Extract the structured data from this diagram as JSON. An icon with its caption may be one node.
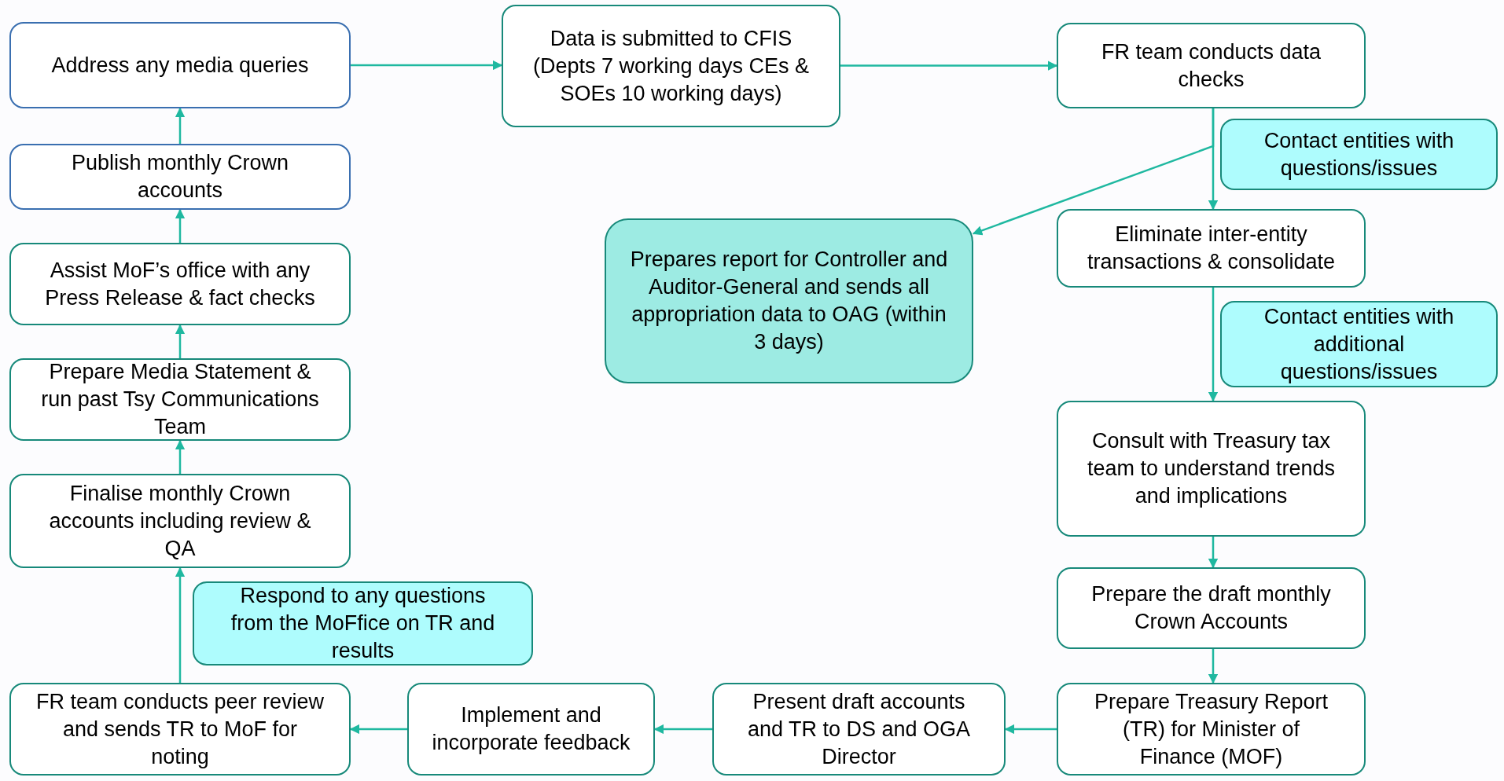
{
  "diagram": {
    "nodes": [
      {
        "text": [
          "Address any media queries"
        ]
      },
      {
        "text": [
          "Data is submitted to CFIS (Depts 7 working days CEs & SOEs 10 working days)"
        ]
      },
      {
        "text": [
          "FR team conducts data checks"
        ]
      },
      {
        "text": [
          "Contact entities with questions/issues"
        ]
      },
      {
        "text": [
          "Prepares report for Controller and Auditor-General and sends all appropriation data to OAG (within 3 days)"
        ]
      },
      {
        "text": [
          "Eliminate inter-entity transactions & consolidate"
        ]
      },
      {
        "text": [
          "Contact entities with additional questions/issues"
        ]
      },
      {
        "text": [
          "Consult with Treasury tax team to understand trends and implications"
        ]
      },
      {
        "text": [
          "Prepare the draft monthly Crown Accounts"
        ]
      },
      {
        "text": [
          "Prepare Treasury Report (TR) for Minister of Finance (MOF)"
        ]
      },
      {
        "text": [
          "Present draft accounts and TR to DS and OGA Director"
        ]
      },
      {
        "text": [
          "Implement and incorporate feedback"
        ]
      },
      {
        "text": [
          "FR team conducts peer review and sends TR to MoF for noting"
        ]
      },
      {
        "text": [
          "Respond to any questions from the MoFfice on TR and results"
        ]
      },
      {
        "text": [
          "Finalise monthly Crown accounts including review & QA"
        ]
      },
      {
        "text": [
          "Prepare Media Statement & run past Tsy Communications Team"
        ]
      },
      {
        "text": [
          "Assist MoF’s office with any Press Release & fact checks"
        ]
      },
      {
        "text": [
          "Publish monthly Crown accounts"
        ]
      }
    ],
    "edges": [
      {
        "from": 0,
        "to": 1,
        "arrow": "to"
      },
      {
        "from": 1,
        "to": 2,
        "arrow": "to"
      },
      {
        "from": 2,
        "to": 5,
        "arrow": "to"
      },
      {
        "from": 2,
        "to": 4,
        "arrow": "to"
      },
      {
        "from": 5,
        "to": 7,
        "arrow": "to"
      },
      {
        "from": 7,
        "to": 8,
        "arrow": "to"
      },
      {
        "from": 8,
        "to": 9,
        "arrow": "to"
      },
      {
        "from": 9,
        "to": 10,
        "arrow": "to"
      },
      {
        "from": 10,
        "to": 11,
        "arrow": "to"
      },
      {
        "from": 11,
        "to": 12,
        "arrow": "to"
      },
      {
        "from": 12,
        "to": 14,
        "arrow": "to"
      },
      {
        "from": 14,
        "to": 15,
        "arrow": "to"
      },
      {
        "from": 15,
        "to": 16,
        "arrow": "to"
      },
      {
        "from": 16,
        "to": 17,
        "arrow": "to"
      },
      {
        "from": 17,
        "to": 0,
        "arrow": "to"
      }
    ]
  }
}
